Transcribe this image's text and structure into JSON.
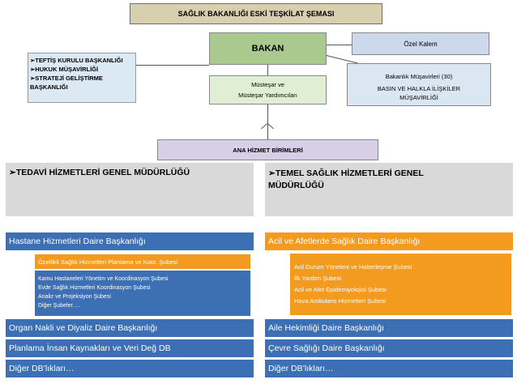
{
  "title": "SAĞLIK BAKANLIĞI ESKİ TEŞKİLAT ŞEMASI",
  "bakan": "BAKAN",
  "ozel_kalem": "Özel Kalem",
  "left_units": [
    "TEFTİŞ KURULU BAŞKANLIĞI",
    "HUKUK MÜŞAVİRLİĞİ",
    "STRATEJİ GELİŞTİRME",
    "BAŞKANLIĞI"
  ],
  "mustesar": [
    "Müsteşar ve",
    "Müsteşar Yardımcıları"
  ],
  "danisman": [
    "Bakanlık Müşavirleri (30)",
    "BASIN VE HALKLA İLİŞKİLER",
    "MÜŞAVİRLİĞİ"
  ],
  "ana_hizmet": "ANA HİZMET BİRİMLERİ",
  "gm_left": "TEDAVİ HİZMETLERİ GENEL MÜDÜRLÜĞÜ",
  "gm_right": [
    "TEMEL SAĞLIK HİZMETLERİ GENEL",
    "MÜDÜRLÜĞÜ"
  ],
  "check_glyph": "➢",
  "left_departments": {
    "hastane": "Hastane Hizmetleri Daire Başkanlığı",
    "ozellikli": "Özellikli Sağlık Hizmetleri Planlama ve Koor. Şubesi",
    "subeler": [
      "Kamu Hastaneleri Yönetim ve Koordinasyon Şubesi",
      "Evde Sağlık Hizmetleri Koordinasyon Şubesi",
      "Analiz ve Projeksiyon Şubesi",
      "Diğer Şubeler…."
    ],
    "organ": "Organ Nakli ve Diyaliz Daire Başkanlığı",
    "planlama": "Planlama İnsan Kaynakları ve Veri Değ DB",
    "diger": "Diğer DB’lıkları…"
  },
  "right_departments": {
    "acil": "Acil ve Afetlerde Sağlık Daire Başkanlığı",
    "subeler": [
      "Acil Durum Yönetimi ve Haberleşme Şubesi",
      "İlk Yardım Şubesi",
      "Acil ve Afet Epidemiyolojisi Şubesi",
      "Hava Ambulans Hizmetleri Şubesi"
    ],
    "aile": "Aile Hekimliği Daire Başkanlığı",
    "cevre": "Çevre Sağlığı Daire Başkanlığı",
    "diger": "Diğer DB’lıkları…"
  },
  "colors": {
    "blue": "#3c6fb4",
    "orange": "#f39b1f",
    "green": "#a9c98f",
    "header": "#d8cfae"
  }
}
